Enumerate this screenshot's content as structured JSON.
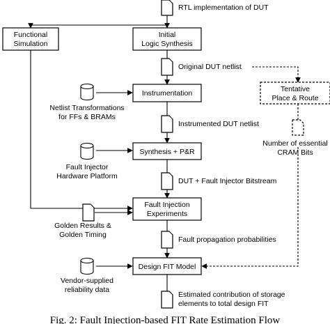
{
  "diagram": {
    "boxes": {
      "functional_simulation": [
        "Functional",
        "Simulation"
      ],
      "initial_logic_synthesis": [
        "Initial",
        "Logic Synthesis"
      ],
      "instrumentation": [
        "Instrumentation"
      ],
      "synthesis_pr": [
        "Synthesis + P&R"
      ],
      "fault_injection_experiments": [
        "Fault Injection",
        "Experiments"
      ],
      "design_fit_model": [
        "Design FIT Model"
      ],
      "tentative_place_route": [
        "Tentative",
        "Place & Route"
      ]
    },
    "documents": {
      "rtl": [
        "RTL implementation of DUT"
      ],
      "original_netlist": [
        "Original DUT netlist"
      ],
      "instrumented_netlist": [
        "Instrumented DUT netlist"
      ],
      "bitstream": [
        "DUT + Fault Injector Bitstream"
      ],
      "golden": [
        "Golden Results &",
        "Golden Timing"
      ],
      "fault_prop": [
        "Fault propagation probabilities"
      ],
      "estimated": [
        "Estimated contribution of storage",
        "elements to total design FIT"
      ],
      "essential_cram": [
        "Number of essential",
        "CRAM Bits"
      ]
    },
    "databases": {
      "netlist_transformations": [
        "Netlist Transformations",
        "for FFs & BRAMs"
      ],
      "fault_injector_platform": [
        "Fault Injector",
        "Hardware Platform"
      ],
      "vendor_reliability": [
        "Vendor-supplied",
        "reliability data"
      ]
    }
  },
  "caption": "Fig. 2: Fault Injection-based FIT Rate Estimation Flow"
}
